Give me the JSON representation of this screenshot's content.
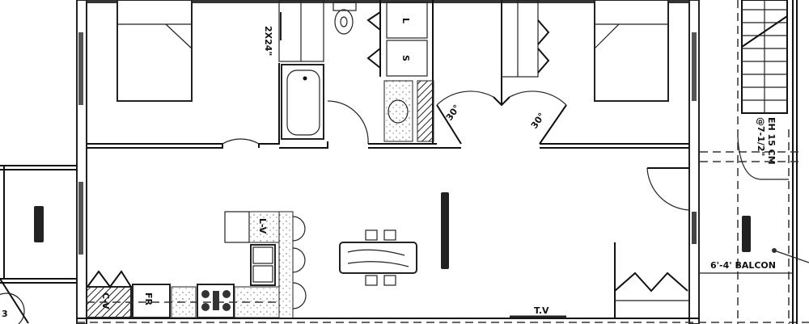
{
  "plan": {
    "labels": {
      "closet_size": "2X24\"",
      "linen": "L",
      "storage": "S",
      "door_angle_left": "30°",
      "door_angle_right": "30°",
      "laundry": "L-V",
      "fridge": "FR",
      "cabinet": "C-V",
      "tv": "T.V",
      "stair_riser": "EH 15 CM",
      "stair_spacing": "@7-1/2\"",
      "balcony": "6'-4' BALCON",
      "section_marker": "3"
    },
    "colors": {
      "line": "#111111",
      "background": "#ffffff"
    }
  }
}
